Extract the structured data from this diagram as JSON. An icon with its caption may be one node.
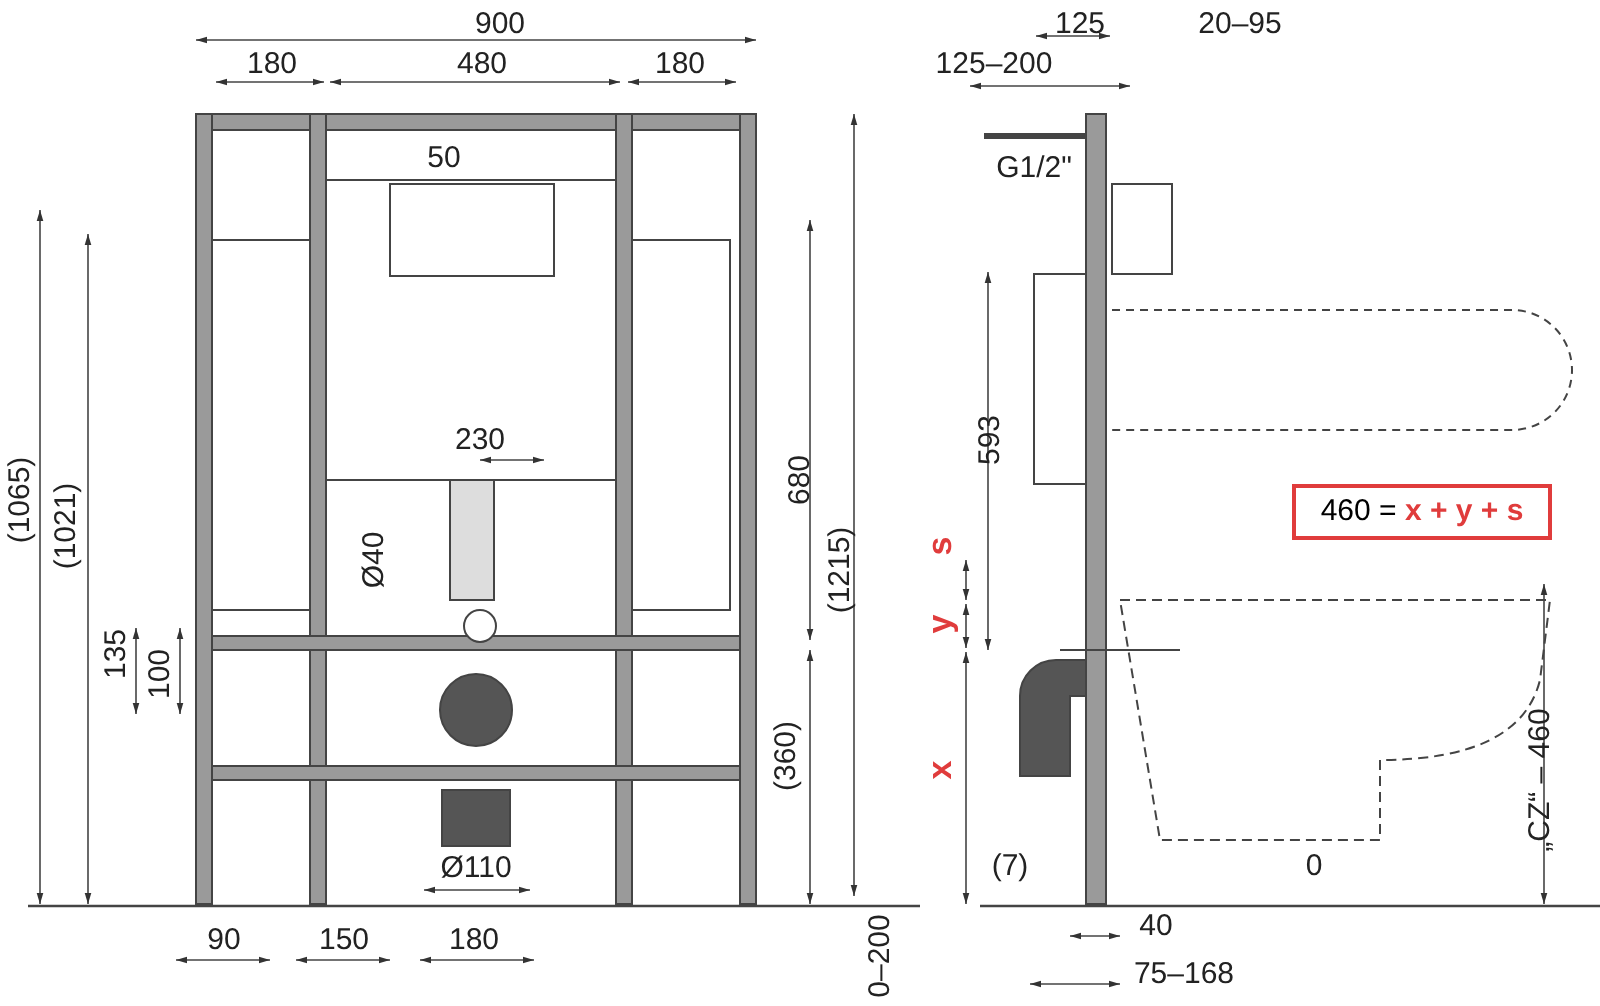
{
  "diagram": {
    "nodes": [
      {
        "text": [
          "460 = **x + y + s**"
        ]
      }
    ],
    "labels": [
      "900",
      "180",
      "480",
      "180",
      "50",
      "230",
      "680",
      "(1065)",
      "(1021)",
      "(1215)",
      "Ø40",
      "135",
      "100",
      "(360)",
      "Ø110",
      "90",
      "150",
      "180",
      "0–200",
      "125",
      "125–200",
      "20–95",
      "G1/2\"",
      "593",
      "s",
      "y",
      "x",
      "(7)",
      "40",
      "75–168",
      "0",
      "„CZ“ – 460"
    ]
  }
}
